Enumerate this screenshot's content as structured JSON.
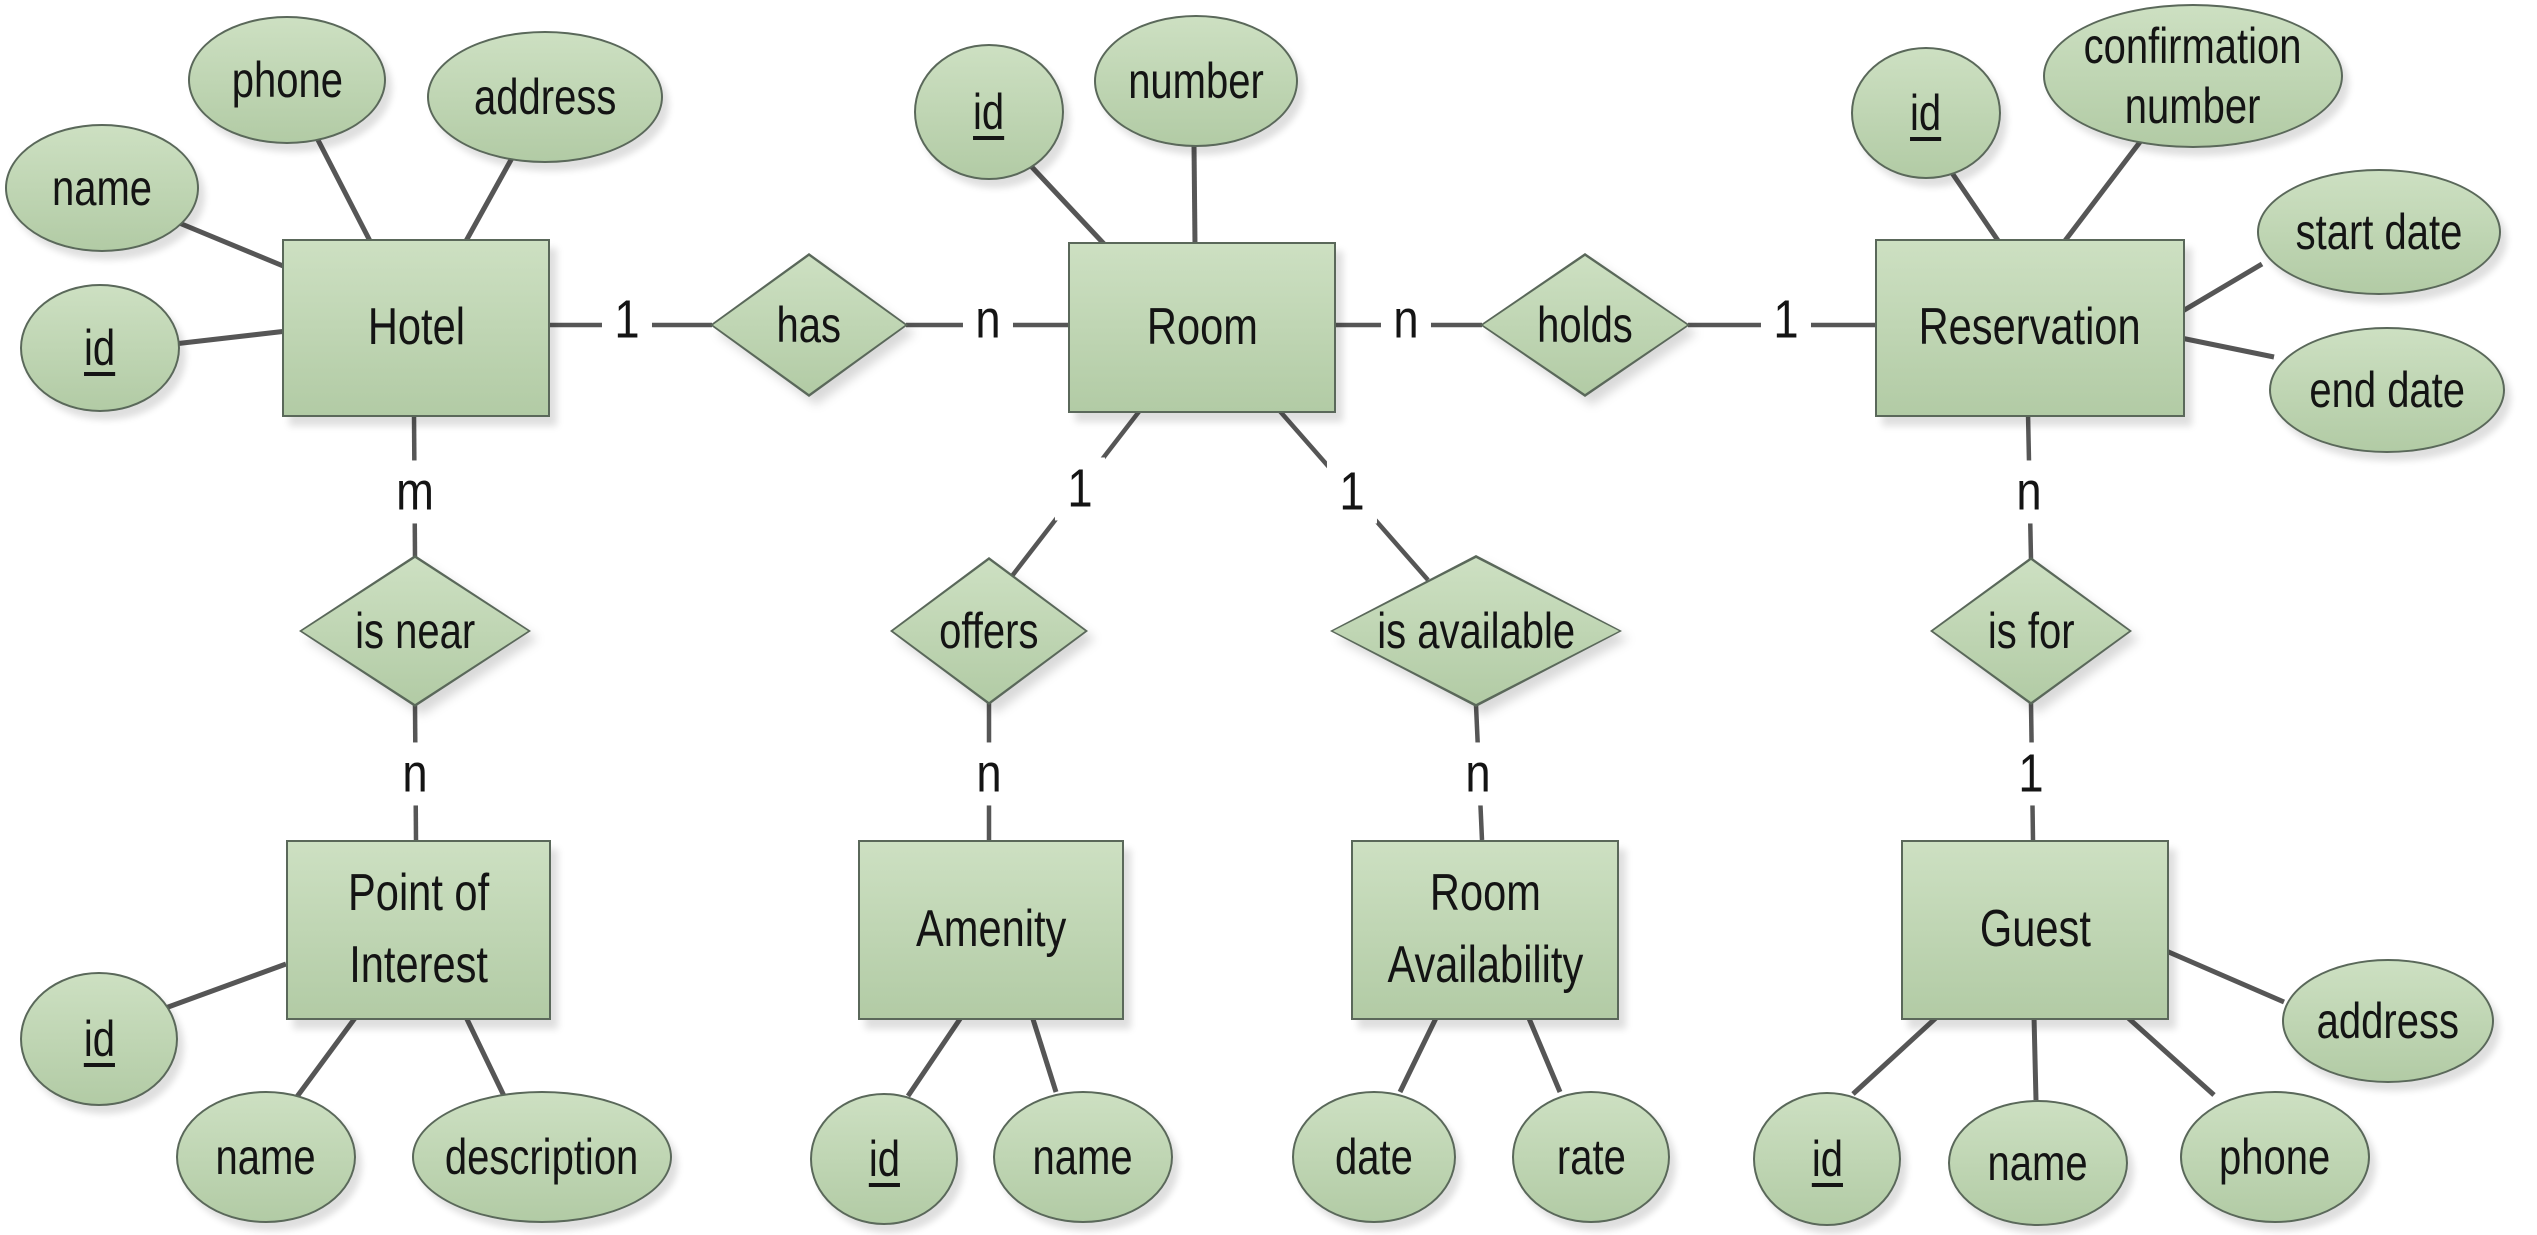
{
  "diagram_type": "entity-relationship",
  "colors": {
    "shape_fill_top": "#cde0c2",
    "shape_fill_bottom": "#b2cba5",
    "shape_border": "#5a685a",
    "connector_line": "#565656",
    "text": "#141414",
    "background": "#ffffff"
  },
  "key_notation": "underline",
  "entities": [
    {
      "name": "Hotel",
      "attributes": [
        {
          "label": "name",
          "is_key": false
        },
        {
          "label": "phone",
          "is_key": false
        },
        {
          "label": "address",
          "is_key": false
        },
        {
          "label": "id",
          "is_key": true
        }
      ]
    },
    {
      "name": "Room",
      "attributes": [
        {
          "label": "id",
          "is_key": true
        },
        {
          "label": "number",
          "is_key": false
        }
      ]
    },
    {
      "name": "Reservation",
      "attributes": [
        {
          "label": "id",
          "is_key": true
        },
        {
          "label": "confirmation number",
          "is_key": false
        },
        {
          "label": "start date",
          "is_key": false
        },
        {
          "label": "end date",
          "is_key": false
        }
      ]
    },
    {
      "name": "Point of Interest",
      "attributes": [
        {
          "label": "id",
          "is_key": true
        },
        {
          "label": "name",
          "is_key": false
        },
        {
          "label": "description",
          "is_key": false
        }
      ]
    },
    {
      "name": "Amenity",
      "attributes": [
        {
          "label": "id",
          "is_key": true
        },
        {
          "label": "name",
          "is_key": false
        }
      ]
    },
    {
      "name": "Room Availability",
      "attributes": [
        {
          "label": "date",
          "is_key": false
        },
        {
          "label": "rate",
          "is_key": false
        }
      ]
    },
    {
      "name": "Guest",
      "attributes": [
        {
          "label": "id",
          "is_key": true
        },
        {
          "label": "name",
          "is_key": false
        },
        {
          "label": "phone",
          "is_key": false
        },
        {
          "label": "address",
          "is_key": false
        }
      ]
    }
  ],
  "relationships": [
    {
      "name": "has",
      "from": "Hotel",
      "from_cardinality": "1",
      "to": "Room",
      "to_cardinality": "n"
    },
    {
      "name": "holds",
      "from": "Room",
      "from_cardinality": "n",
      "to": "Reservation",
      "to_cardinality": "1"
    },
    {
      "name": "is near",
      "from": "Hotel",
      "from_cardinality": "m",
      "to": "Point of Interest",
      "to_cardinality": "n"
    },
    {
      "name": "offers",
      "from": "Room",
      "from_cardinality": "1",
      "to": "Amenity",
      "to_cardinality": "n"
    },
    {
      "name": "is available",
      "from": "Room",
      "from_cardinality": "1",
      "to": "Room Availability",
      "to_cardinality": "n"
    },
    {
      "name": "is for",
      "from": "Reservation",
      "from_cardinality": "n",
      "to": "Guest",
      "to_cardinality": "1"
    }
  ]
}
